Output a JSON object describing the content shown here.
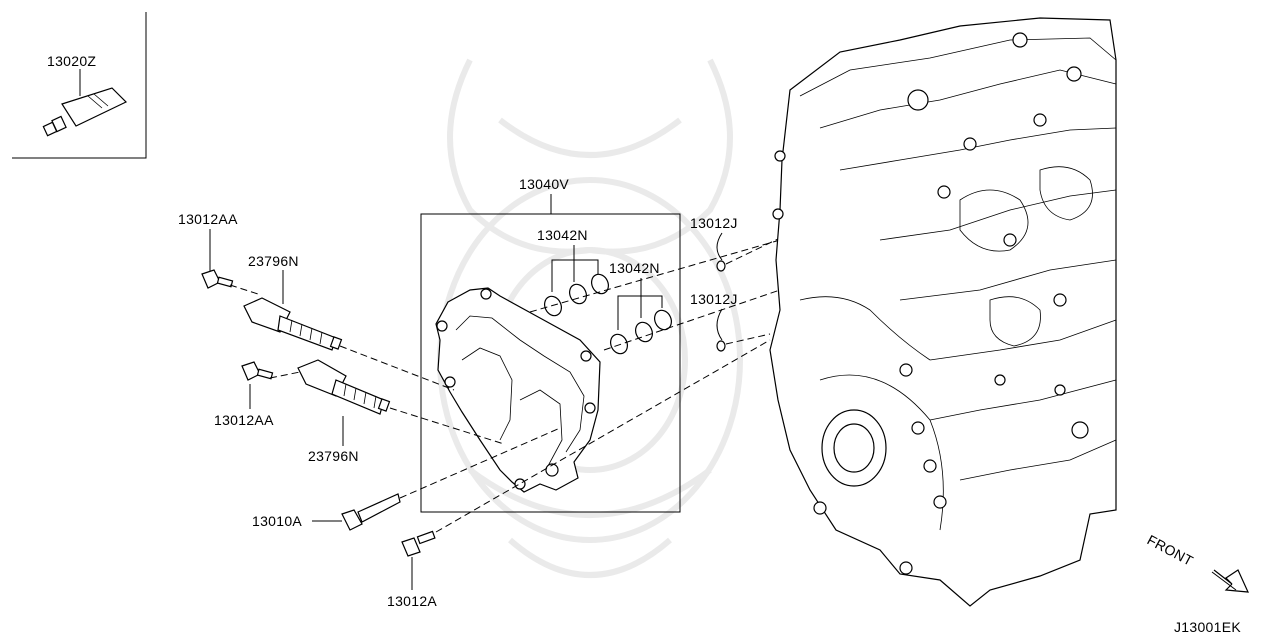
{
  "diagram": {
    "code": "J13001EK",
    "front_label": "FRONT",
    "parts": {
      "sealant": "13020Z",
      "cover_assembly": "13040V",
      "oring_a": "13042N",
      "oring_b": "13042N",
      "seal_upper": "13012J",
      "seal_lower": "13012J",
      "bolt_aa_upper": "13012AA",
      "bolt_aa_lower": "13012AA",
      "valve_upper": "23796N",
      "valve_lower": "23796N",
      "long_bolt": "13010A",
      "bolt_a": "13012A"
    }
  }
}
